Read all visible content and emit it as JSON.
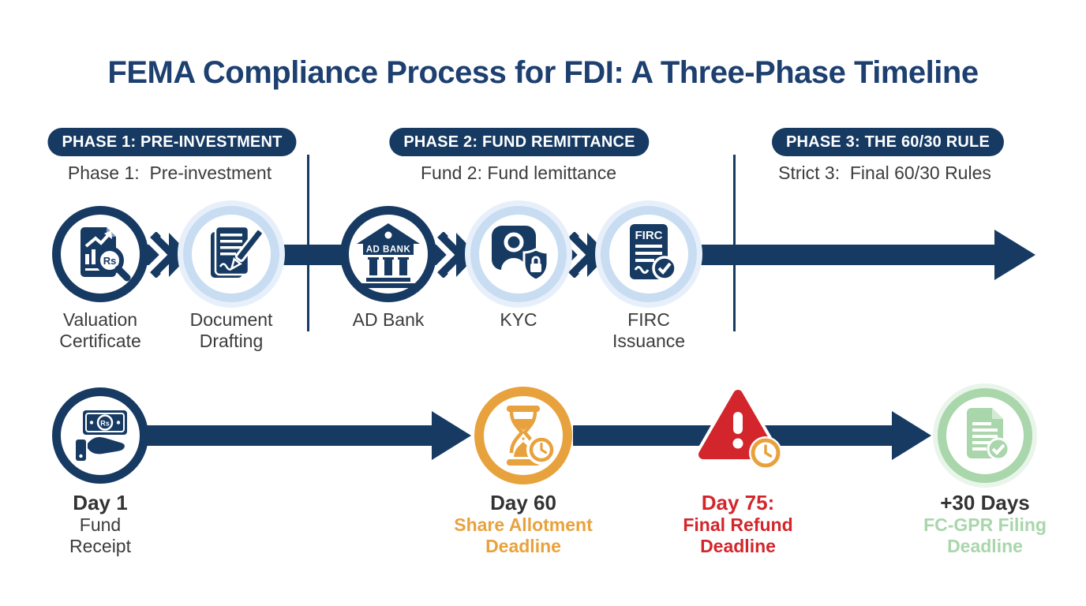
{
  "title": "FEMA Compliance Process for FDI: A Three-Phase Timeline",
  "colors": {
    "navy": "#173a63",
    "title_navy": "#1d4070",
    "light_blue": "#c8ddf2",
    "orange": "#e8a23d",
    "red": "#d3262c",
    "green": "#a9d6ab",
    "text_dark": "#3c3c3c"
  },
  "phases": [
    {
      "badge": "PHASE 1: PRE-INVESTMENT",
      "subtitle": "Phase 1:  Pre-investment"
    },
    {
      "badge": "PHASE 2: FUND REMITTANCE",
      "subtitle": "Fund 2: Fund lemittance"
    },
    {
      "badge": "PHASE 3: THE 60/30 RULE",
      "subtitle": "Strict 3:  Final 60/30 Rules"
    }
  ],
  "process_steps": [
    {
      "line1": "Valuation",
      "line2": "Certificate",
      "icon": "valuation-certificate-icon",
      "icon_text": "Rs"
    },
    {
      "line1": "Document",
      "line2": "Drafting",
      "icon": "document-drafting-icon",
      "icon_text": ""
    },
    {
      "line1": "AD Bank",
      "line2": "",
      "icon": "ad-bank-icon",
      "icon_text": "AD BANK"
    },
    {
      "line1": "KYC",
      "line2": "",
      "icon": "kyc-icon",
      "icon_text": ""
    },
    {
      "line1": "FIRC",
      "line2": "Issuance",
      "icon": "firc-issuance-icon",
      "icon_text": "FIRC"
    }
  ],
  "milestones": [
    {
      "day": "Day 1",
      "line1": "Fund",
      "line2": "Receipt",
      "icon": "fund-receipt-icon",
      "icon_text": "Rs"
    },
    {
      "day": "Day 60",
      "line1": "Share Allotment",
      "line2": "Deadline",
      "icon": "hourglass-deadline-icon",
      "icon_text": ""
    },
    {
      "day": "Day 75:",
      "line1": "Final Refund",
      "line2": "Deadline",
      "icon": "warning-deadline-icon",
      "icon_text": ""
    },
    {
      "day": "+30 Days",
      "line1": "FC-GPR Filing",
      "line2": "Deadline",
      "icon": "fcgpr-filing-icon",
      "icon_text": ""
    }
  ]
}
